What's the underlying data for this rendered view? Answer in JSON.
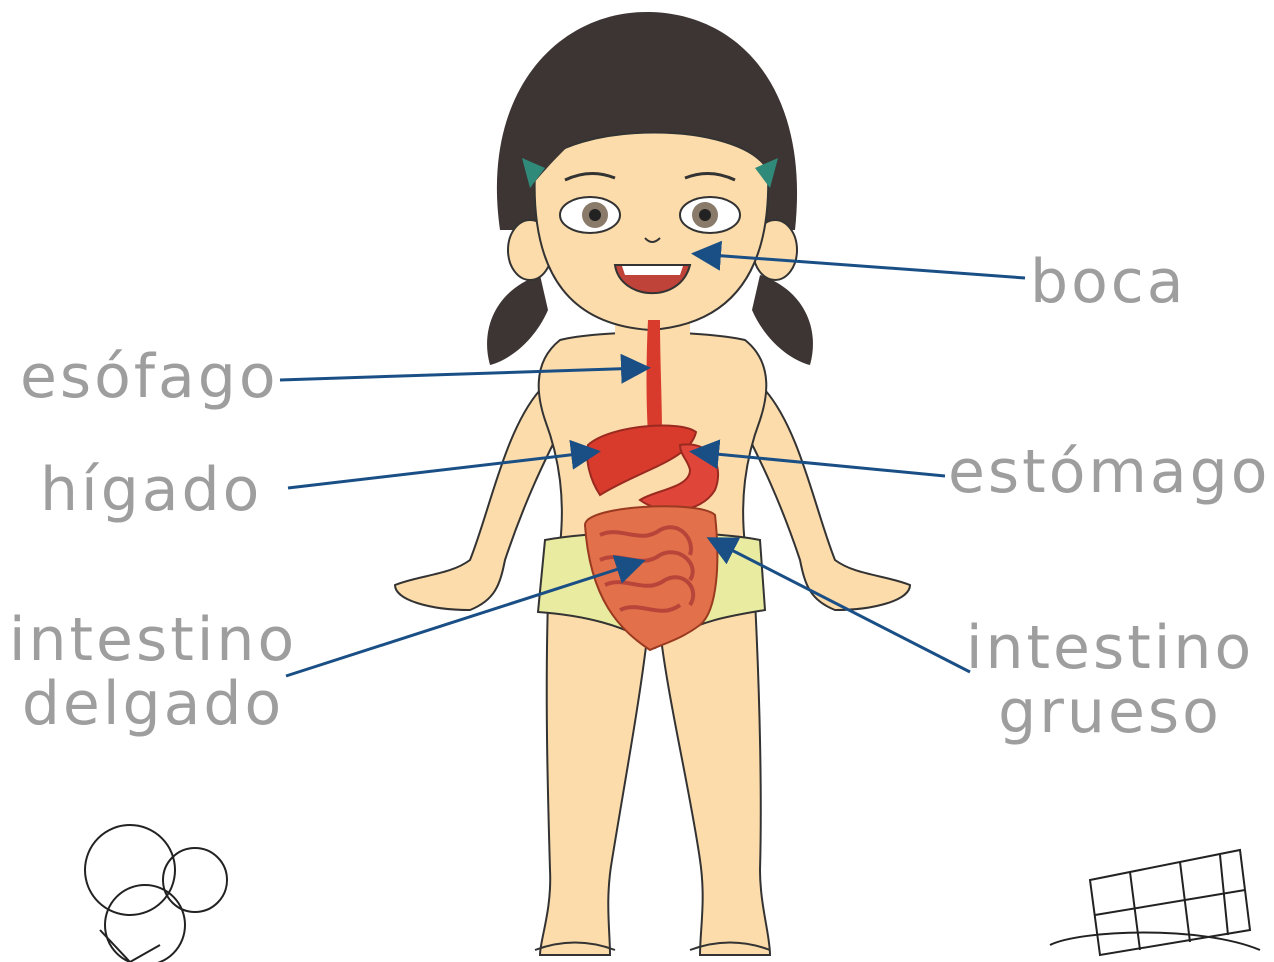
{
  "labels": {
    "boca": "boca",
    "esofago": "esófago",
    "higado": "hígado",
    "estomago": "estómago",
    "intestino_delgado": [
      "intestino",
      "delgado"
    ],
    "intestino_grueso": [
      "intestino",
      "grueso"
    ]
  },
  "colors": {
    "label_text": "#9e9e9e",
    "pointer_line": "#1a4f86",
    "organ_red": "#d83a2c",
    "skin": "#fcdcab",
    "hair": "#3d3533",
    "underwear": "#e8eba0"
  },
  "illustration": {
    "subject": "child-figure-digestive-system",
    "decorations": [
      "ice-cream-sketch",
      "chocolate-bar-sketch"
    ]
  }
}
